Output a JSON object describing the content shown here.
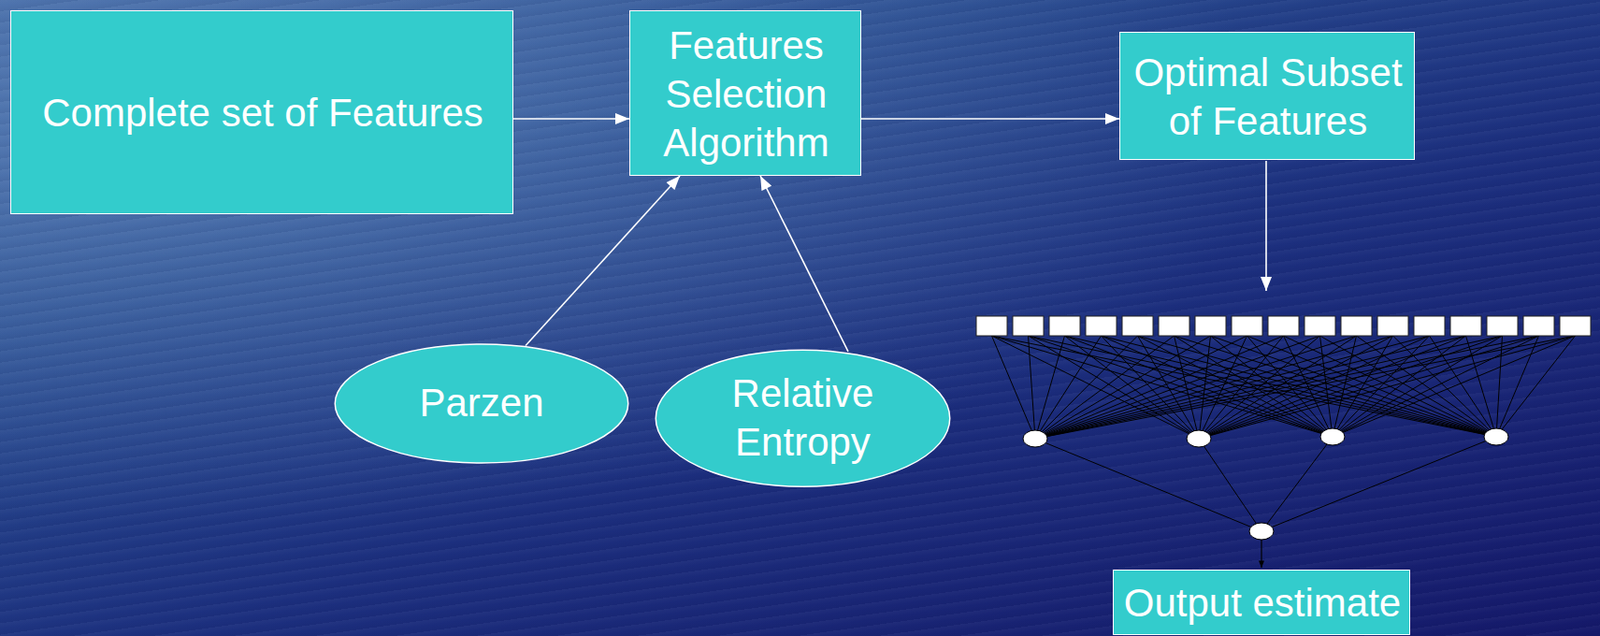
{
  "diagram": {
    "nodes": [
      {
        "text": [
          "Complete set of Features"
        ]
      },
      {
        "text": [
          "Features Selection Algorithm"
        ]
      },
      {
        "text": [
          "Optimal Subset of Features"
        ]
      },
      {
        "text": [
          "Parzen"
        ]
      },
      {
        "text": [
          "Relative Entropy"
        ]
      },
      {
        "text": [
          "Output estimate"
        ]
      }
    ],
    "edges": [
      {
        "from": 0,
        "to": 1,
        "arrow": "to"
      },
      {
        "from": 1,
        "to": 2,
        "arrow": "to"
      },
      {
        "from": 3,
        "to": 1,
        "arrow": "to"
      },
      {
        "from": 4,
        "to": 1,
        "arrow": "to"
      }
    ]
  }
}
